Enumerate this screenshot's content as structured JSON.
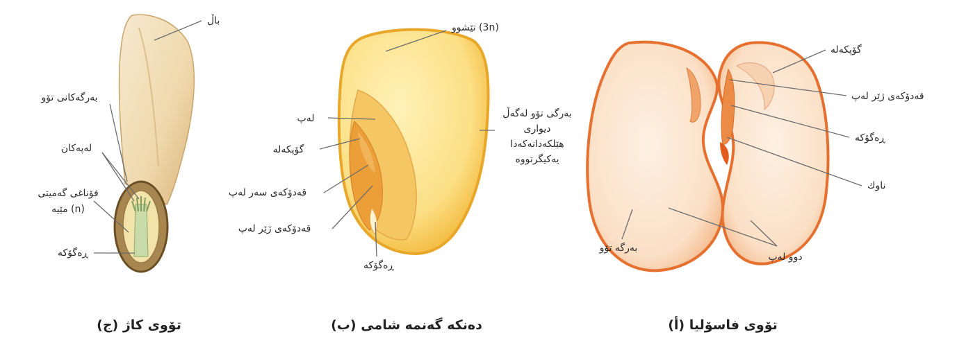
{
  "pine": {
    "caption": "(ج) تۆوی کاژ",
    "labels": {
      "wing": "باڵ",
      "seed_coat": "بەرگەکانی تۆو",
      "cotyledons": "لەپەکان",
      "gametophyte": "فۆناغی گەمیتی",
      "haploid": "مێیە (n)",
      "radicle": "ڕەگۆکە"
    }
  },
  "corn": {
    "caption": "(ب) دەنکە گەنمە شامی",
    "labels": {
      "endosperm": "تێشوو (3n)",
      "coat_line1": "بەرگی تۆو لەگەڵ",
      "coat_line2": "دیواری",
      "coat_line3": "هێلکەدانەکەدا",
      "coat_line4": "یەکیگرتووە",
      "cotyledon": "لەپ",
      "plumule": "گۆپکەلە",
      "epicotyl": "قەدۆکەی سەر لەپ",
      "hypocotyl": "قەدۆکەی ژێر لەپ",
      "radicle": "ڕەگۆکە"
    }
  },
  "bean": {
    "caption": "(أ) تۆوی فاسۆلیا",
    "labels": {
      "plumule": "گۆپکەلە",
      "hypocotyl": "قەدۆکەی ژێر لەپ",
      "radicle": "ڕەگۆکە",
      "hilum": "ناوك",
      "seed_coat": "بەرگە تۆو",
      "two_cotyledons": "دوو لەپ"
    }
  },
  "colors": {
    "pine_wing": "#f2dfb4",
    "pine_seed_shell": "#8a6b3a",
    "pine_seed_inner": "#f3e6a8",
    "pine_embryo": "#cfe0b4",
    "corn_outer": "#f7c84a",
    "corn_endosperm": "#fde69a",
    "corn_scutellum": "#f4c96a",
    "corn_embryo": "#eda33e",
    "bean_outline": "#e8743a",
    "bean_fill": "#fbe3cc",
    "bean_embryo": "#eb8c4a",
    "leader": "#6b6b6b"
  }
}
